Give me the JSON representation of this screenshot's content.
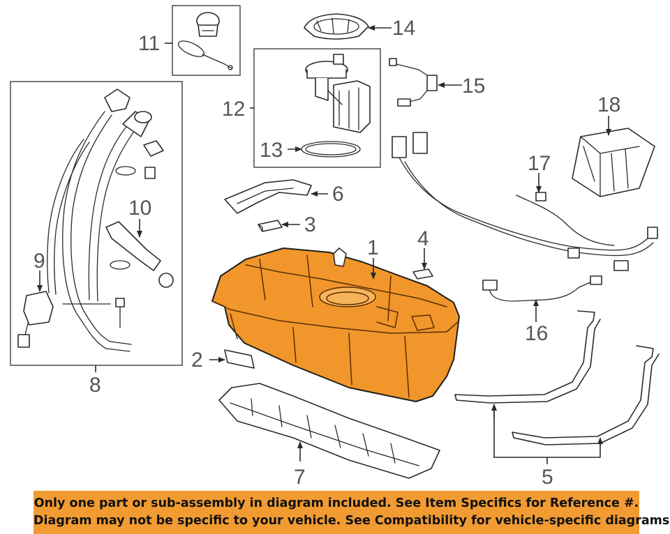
{
  "callouts": {
    "c1": "1",
    "c2": "2",
    "c3": "3",
    "c4": "4",
    "c5": "5",
    "c6": "6",
    "c7": "7",
    "c8": "8",
    "c9": "9",
    "c10": "10",
    "c11": "11",
    "c12": "12",
    "c13": "13",
    "c14": "14",
    "c15": "15",
    "c16": "16",
    "c17": "17",
    "c18": "18"
  },
  "banner": {
    "line1": "Only one part or sub-assembly in diagram included. See Item Specifics for Reference #.",
    "line2": "Diagram may not be specific to your vehicle. See Compatibility for vehicle-specific diagrams."
  },
  "colors": {
    "highlight": "#f0962a",
    "banner_bg": "#f29b33",
    "callout_text": "#555555"
  }
}
